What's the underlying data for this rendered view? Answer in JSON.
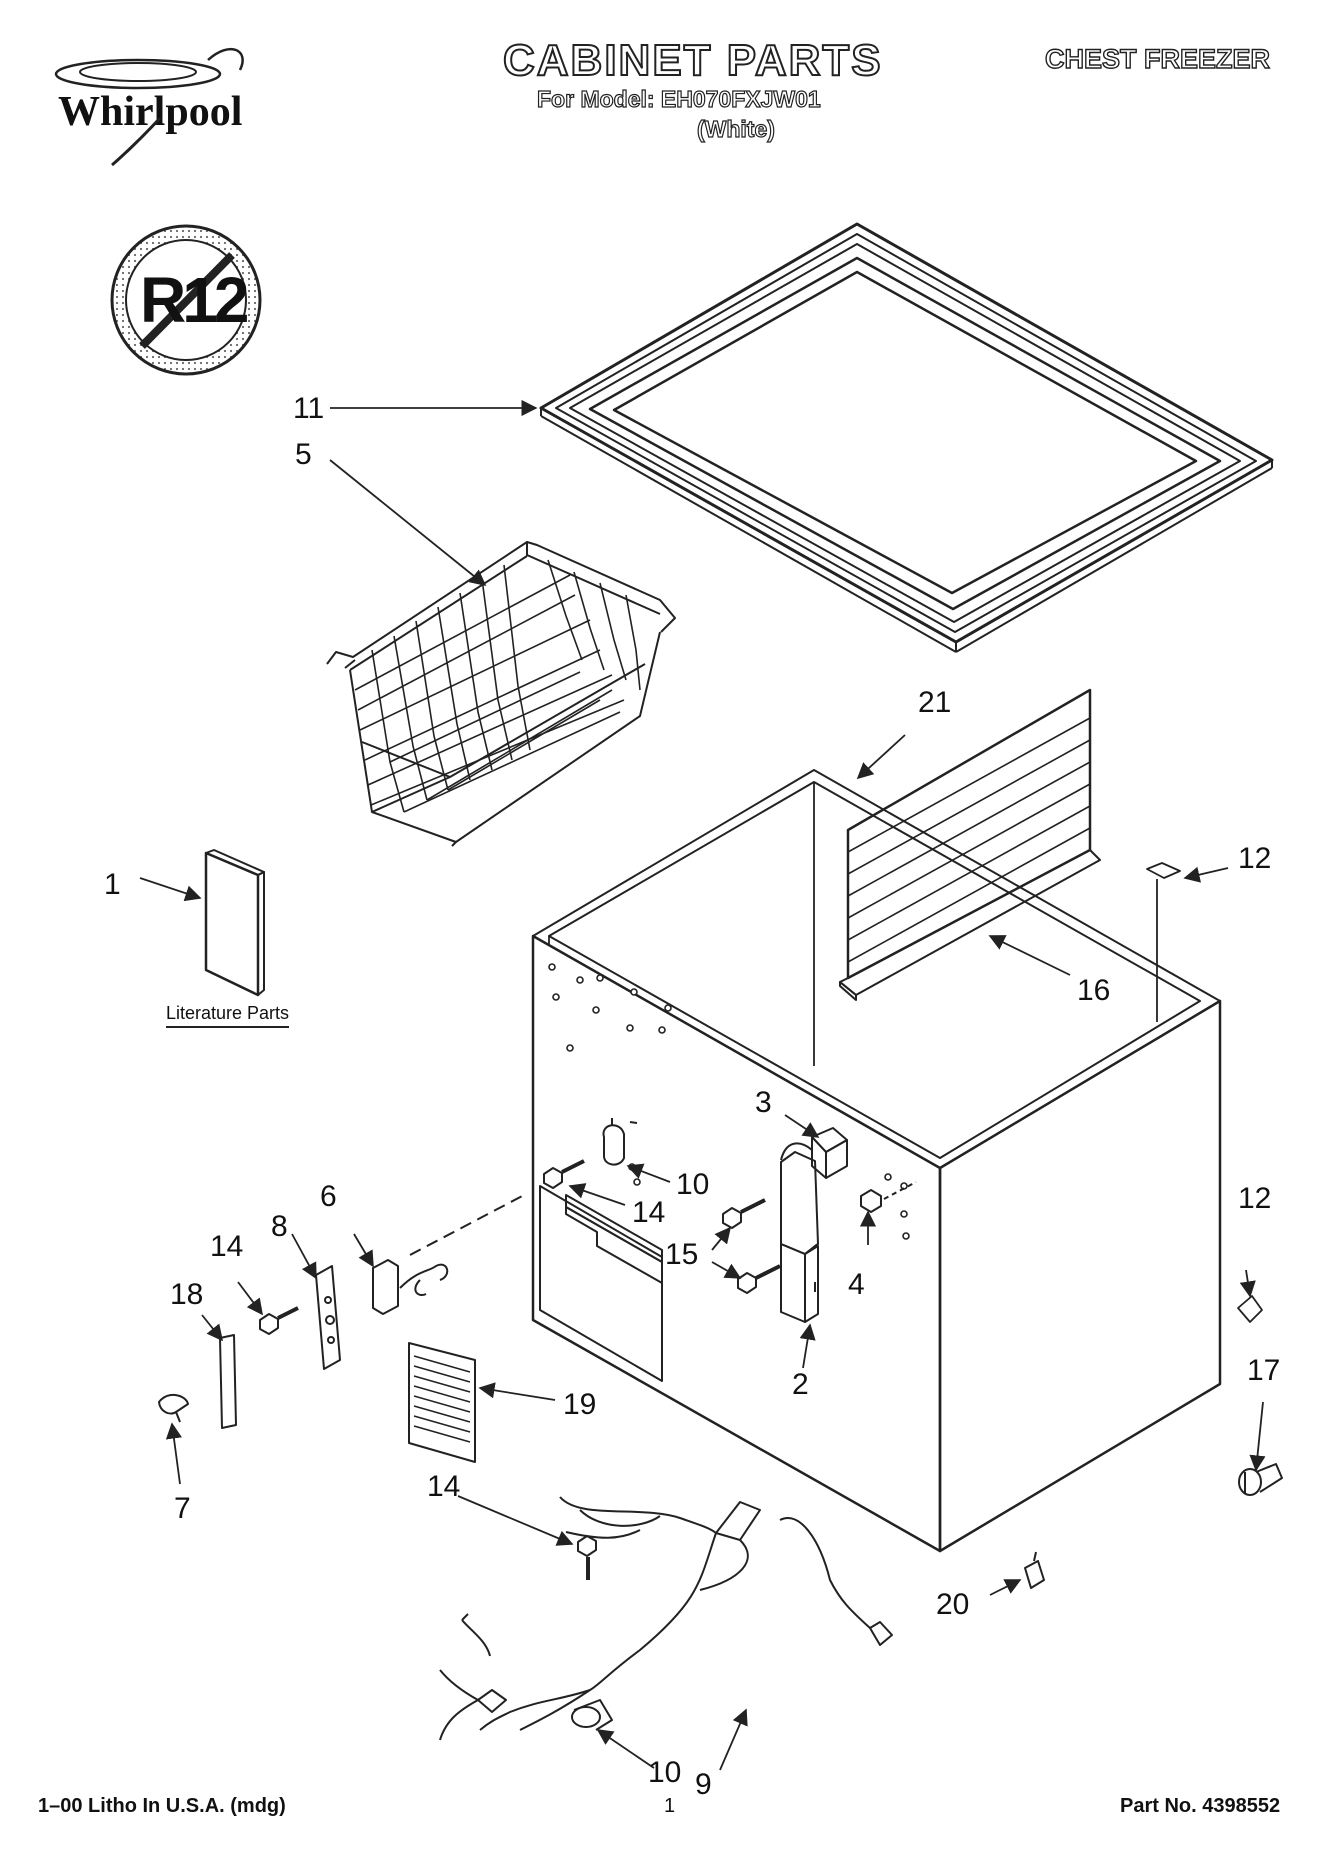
{
  "header": {
    "brand": "Whirlpool",
    "title": "CABINET PARTS",
    "model_line": "For Model: EH070FXJW01",
    "color_line": "(White)",
    "product": "CHEST FREEZER"
  },
  "badge": {
    "text": "R12"
  },
  "literature": {
    "caption": "Literature Parts"
  },
  "callouts": [
    {
      "id": "c11",
      "text": "11"
    },
    {
      "id": "c5",
      "text": "5"
    },
    {
      "id": "c21",
      "text": "21"
    },
    {
      "id": "c12a",
      "text": "12"
    },
    {
      "id": "c1",
      "text": "1"
    },
    {
      "id": "c16",
      "text": "16"
    },
    {
      "id": "c3",
      "text": "3"
    },
    {
      "id": "c10a",
      "text": "10"
    },
    {
      "id": "c14a",
      "text": "14"
    },
    {
      "id": "c6",
      "text": "6"
    },
    {
      "id": "c14b",
      "text": "14"
    },
    {
      "id": "c8",
      "text": "8"
    },
    {
      "id": "c15",
      "text": "15"
    },
    {
      "id": "c4",
      "text": "4"
    },
    {
      "id": "c12b",
      "text": "12"
    },
    {
      "id": "c18",
      "text": "18"
    },
    {
      "id": "c2",
      "text": "2"
    },
    {
      "id": "c19",
      "text": "19"
    },
    {
      "id": "c17",
      "text": "17"
    },
    {
      "id": "c7",
      "text": "7"
    },
    {
      "id": "c14c",
      "text": "14"
    },
    {
      "id": "c20",
      "text": "20"
    },
    {
      "id": "c10b",
      "text": "10"
    },
    {
      "id": "c9",
      "text": "9"
    }
  ],
  "footer": {
    "litho": "1–00 Litho In U.S.A. (mdg)",
    "page": "1",
    "part_no": "Part No. 4398552"
  }
}
